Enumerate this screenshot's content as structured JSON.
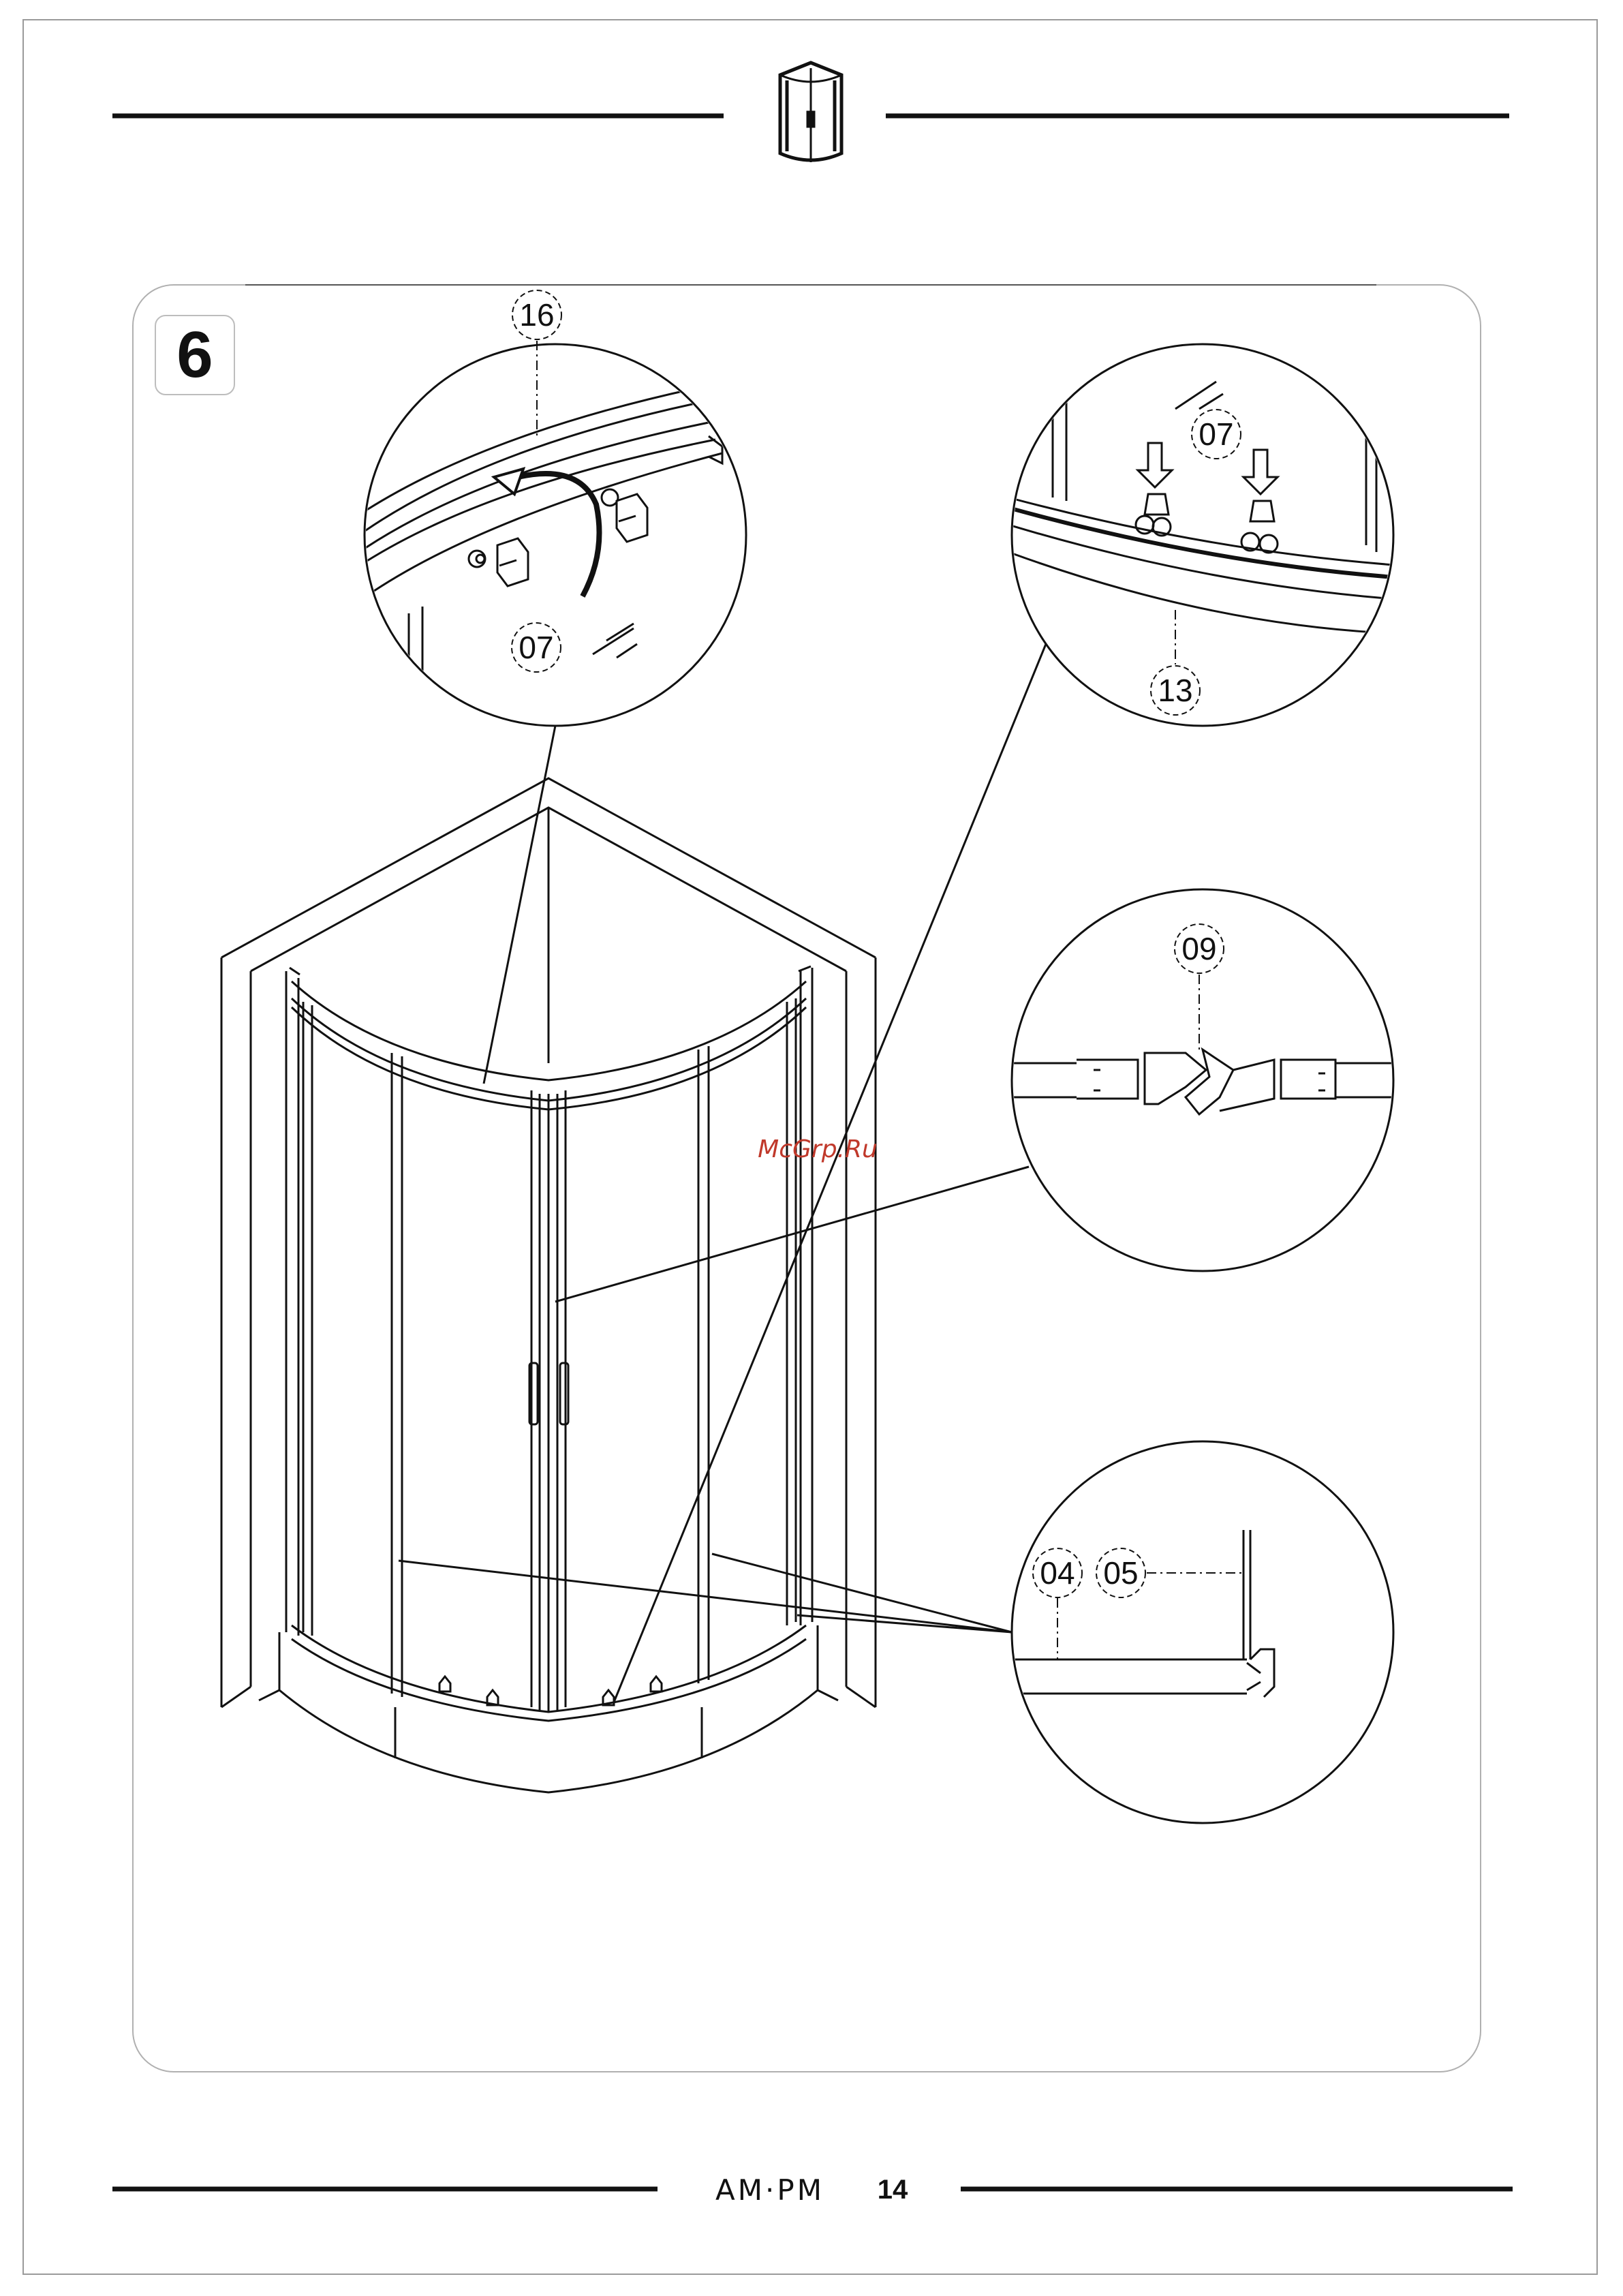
{
  "step_number": "6",
  "callouts": {
    "part_16": "16",
    "part_07_left": "07",
    "part_07_right": "07",
    "part_13": "13",
    "part_09": "09",
    "part_04": "04",
    "part_05": "05"
  },
  "footer": {
    "brand": "AM·PM",
    "page_number": "14"
  },
  "watermark": "McGrp.Ru",
  "colors": {
    "line": "#111111",
    "frame": "#9a9a9a",
    "watermark": "#c0392b"
  },
  "icons": {
    "header": "shower-cabin-icon"
  }
}
